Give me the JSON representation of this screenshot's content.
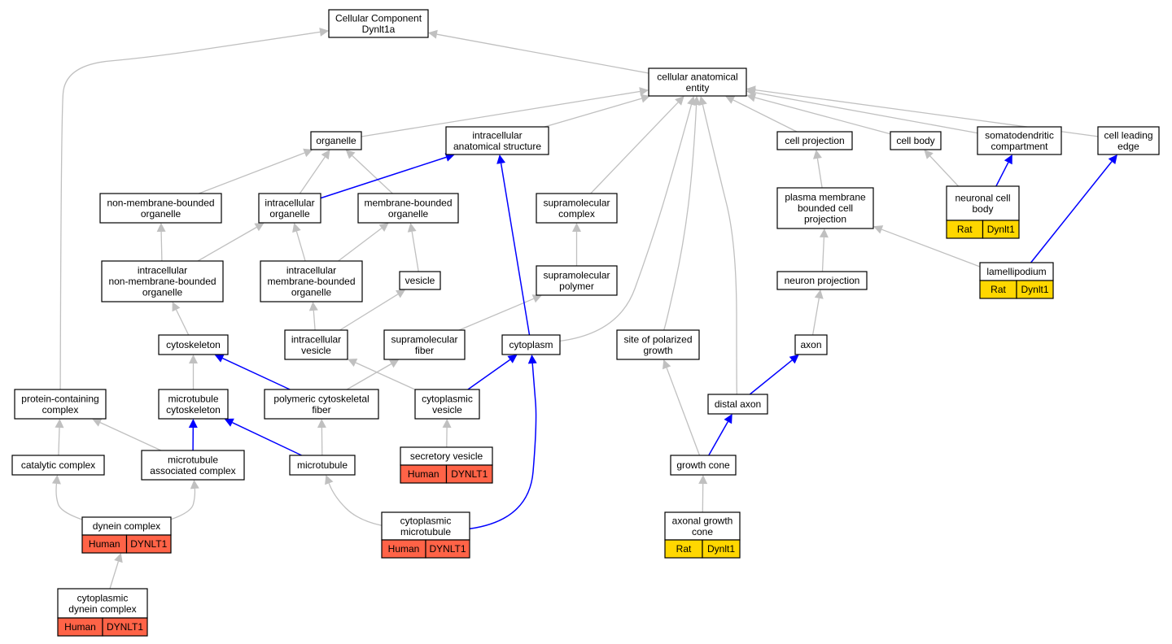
{
  "colors": {
    "edge_is_a": "#c0c0c0",
    "edge_part_of": "#0000ff",
    "human_tag": "#ff6347",
    "rat_tag": "#ffd700",
    "node_fill": "#ffffff",
    "node_border": "#000000"
  },
  "nodes": {
    "root": {
      "lines": [
        "Cellular Component",
        "Dynlt1a"
      ]
    },
    "cae": {
      "lines": [
        "cellular anatomical",
        "entity"
      ]
    },
    "organelle": {
      "lines": [
        "organelle"
      ]
    },
    "ias": {
      "lines": [
        "intracellular",
        "anatomical structure"
      ]
    },
    "cellproj": {
      "lines": [
        "cell projection"
      ]
    },
    "cellbody": {
      "lines": [
        "cell body"
      ]
    },
    "somato": {
      "lines": [
        "somatodendritic",
        "compartment"
      ]
    },
    "leading": {
      "lines": [
        "cell leading",
        "edge"
      ]
    },
    "nmbo": {
      "lines": [
        "non-membrane-bounded",
        "organelle"
      ]
    },
    "io": {
      "lines": [
        "intracellular",
        "organelle"
      ]
    },
    "mbo": {
      "lines": [
        "membrane-bounded",
        "organelle"
      ]
    },
    "supcomplex": {
      "lines": [
        "supramolecular",
        "complex"
      ]
    },
    "pmbcp": {
      "lines": [
        "plasma membrane",
        "bounded cell",
        "projection"
      ]
    },
    "ncb": {
      "lines": [
        "neuronal cell",
        "body"
      ],
      "tags": [
        "Rat",
        "Dynlt1"
      ]
    },
    "inmbo": {
      "lines": [
        "intracellular",
        "non-membrane-bounded",
        "organelle"
      ]
    },
    "imbo": {
      "lines": [
        "intracellular",
        "membrane-bounded",
        "organelle"
      ]
    },
    "vesicle": {
      "lines": [
        "vesicle"
      ]
    },
    "suppolymer": {
      "lines": [
        "supramolecular",
        "polymer"
      ]
    },
    "neuronproj": {
      "lines": [
        "neuron projection"
      ]
    },
    "lamelli": {
      "lines": [
        "lamellipodium"
      ],
      "tags": [
        "Rat",
        "Dynlt1"
      ]
    },
    "cytoskeleton": {
      "lines": [
        "cytoskeleton"
      ]
    },
    "ivesicle": {
      "lines": [
        "intracellular",
        "vesicle"
      ]
    },
    "supfiber": {
      "lines": [
        "supramolecular",
        "fiber"
      ]
    },
    "cytoplasm": {
      "lines": [
        "cytoplasm"
      ]
    },
    "spg": {
      "lines": [
        "site of polarized",
        "growth"
      ]
    },
    "axon": {
      "lines": [
        "axon"
      ]
    },
    "pcc": {
      "lines": [
        "protein-containing",
        "complex"
      ]
    },
    "mtcs": {
      "lines": [
        "microtubule",
        "cytoskeleton"
      ]
    },
    "pcf": {
      "lines": [
        "polymeric cytoskeletal",
        "fiber"
      ]
    },
    "cytovesicle": {
      "lines": [
        "cytoplasmic",
        "vesicle"
      ]
    },
    "distalaxon": {
      "lines": [
        "distal axon"
      ]
    },
    "catalytic": {
      "lines": [
        "catalytic complex"
      ]
    },
    "mtac": {
      "lines": [
        "microtubule",
        "associated complex"
      ]
    },
    "microtubule": {
      "lines": [
        "microtubule"
      ]
    },
    "secretory": {
      "lines": [
        "secretory vesicle"
      ],
      "tags": [
        "Human",
        "DYNLT1"
      ]
    },
    "growthcone": {
      "lines": [
        "growth cone"
      ]
    },
    "dynein": {
      "lines": [
        "dynein complex"
      ],
      "tags": [
        "Human",
        "DYNLT1"
      ]
    },
    "cytomt": {
      "lines": [
        "cytoplasmic",
        "microtubule"
      ],
      "tags": [
        "Human",
        "DYNLT1"
      ]
    },
    "agc": {
      "lines": [
        "axonal growth",
        "cone"
      ],
      "tags": [
        "Rat",
        "Dynlt1"
      ]
    },
    "cdc": {
      "lines": [
        "cytoplasmic",
        "dynein complex"
      ],
      "tags": [
        "Human",
        "DYNLT1"
      ]
    }
  }
}
